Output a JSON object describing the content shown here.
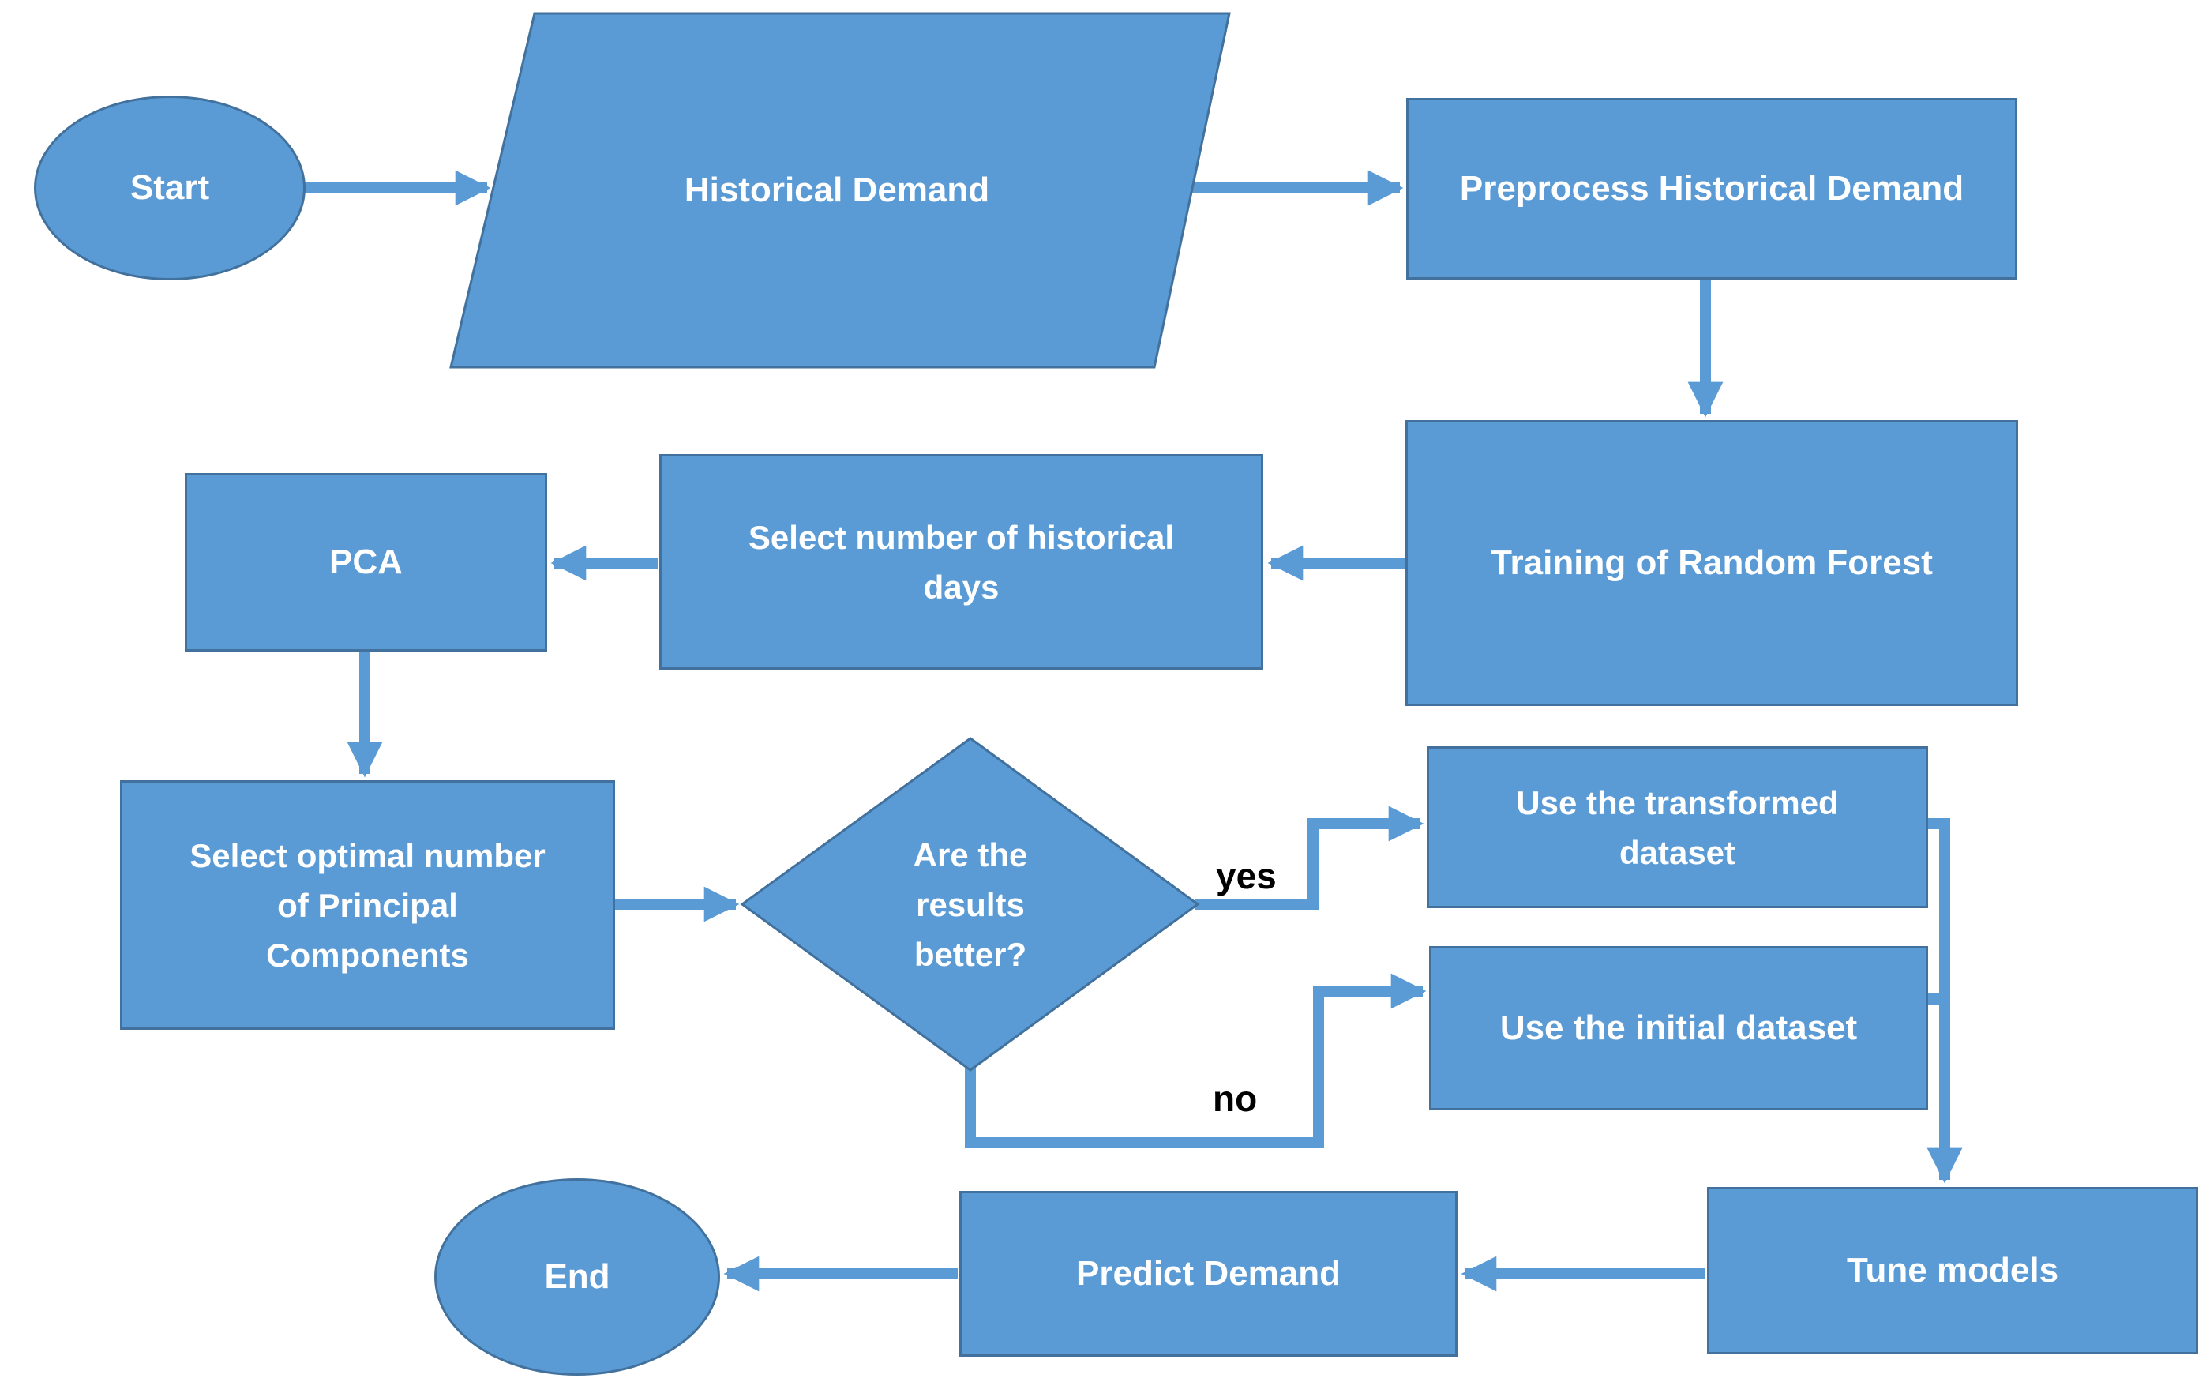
{
  "diagram": {
    "title": "Random Forest demand forecasting flowchart",
    "colors": {
      "shape_fill": "#5b9bd5",
      "shape_border": "#41719c",
      "node_text": "#ffffff",
      "edge_label_text": "#000000",
      "background": "#ffffff"
    },
    "nodes": {
      "start": {
        "type": "terminator-ellipse",
        "label": "Start"
      },
      "historical_demand": {
        "type": "data-parallelogram",
        "label": "Historical Demand"
      },
      "preprocess": {
        "type": "process-rect",
        "label": "Preprocess Historical Demand"
      },
      "training": {
        "type": "process-rect",
        "label": "Training of Random Forest"
      },
      "select_days": {
        "type": "process-rect",
        "label": "Select number of historical\ndays"
      },
      "pca": {
        "type": "process-rect",
        "label": "PCA"
      },
      "select_optimal": {
        "type": "process-rect",
        "label": "Select optimal number\nof Principal\nComponents"
      },
      "decision": {
        "type": "decision-diamond",
        "label": "Are the\nresults\nbetter?"
      },
      "use_transformed": {
        "type": "process-rect",
        "label": "Use the transformed\ndataset"
      },
      "use_initial": {
        "type": "process-rect",
        "label": "Use the initial dataset"
      },
      "tune_models": {
        "type": "process-rect",
        "label": "Tune models"
      },
      "predict_demand": {
        "type": "process-rect",
        "label": "Predict Demand"
      },
      "end": {
        "type": "terminator-ellipse",
        "label": "End"
      }
    },
    "edge_labels": {
      "yes": "yes",
      "no": "no"
    },
    "flow": [
      "Start -> Historical Demand -> Preprocess Historical Demand -> Training of Random Forest -> Select number of historical days -> PCA -> Select optimal number of Principal Components -> Are the results better?",
      "Are the results better? -yes-> Use the transformed dataset -> Tune models",
      "Are the results better? -no-> Use the initial dataset -> Tune models",
      "Tune models -> Predict Demand -> End"
    ]
  }
}
